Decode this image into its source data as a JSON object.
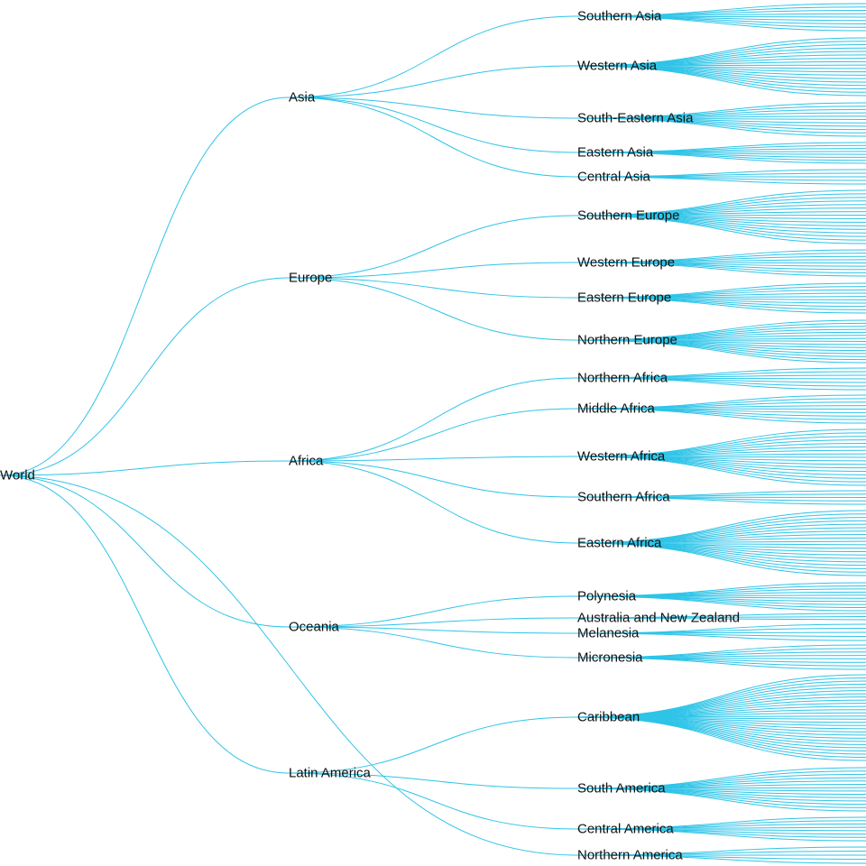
{
  "diagram": {
    "type": "tree",
    "link_color": "#2ec4e8",
    "text_color": "#111111",
    "root": "World",
    "regions": [
      {
        "name": "Asia",
        "subregions": [
          {
            "name": "Southern Asia",
            "leaf_count": 9
          },
          {
            "name": "Western Asia",
            "leaf_count": 18
          },
          {
            "name": "South-Eastern Asia",
            "leaf_count": 11
          },
          {
            "name": "Eastern Asia",
            "leaf_count": 8
          },
          {
            "name": "Central Asia",
            "leaf_count": 5
          }
        ]
      },
      {
        "name": "Europe",
        "subregions": [
          {
            "name": "Southern Europe",
            "leaf_count": 16
          },
          {
            "name": "Western Europe",
            "leaf_count": 9
          },
          {
            "name": "Eastern Europe",
            "leaf_count": 10
          },
          {
            "name": "Northern Europe",
            "leaf_count": 15
          }
        ]
      },
      {
        "name": "Africa",
        "subregions": [
          {
            "name": "Northern Africa",
            "leaf_count": 7
          },
          {
            "name": "Middle Africa",
            "leaf_count": 9
          },
          {
            "name": "Western Africa",
            "leaf_count": 17
          },
          {
            "name": "Southern Africa",
            "leaf_count": 5
          },
          {
            "name": "Eastern Africa",
            "leaf_count": 20
          }
        ]
      },
      {
        "name": "Oceania",
        "subregions": [
          {
            "name": "Polynesia",
            "leaf_count": 10
          },
          {
            "name": "Australia and New Zealand",
            "leaf_count": 3
          },
          {
            "name": "Melanesia",
            "leaf_count": 5
          },
          {
            "name": "Micronesia",
            "leaf_count": 8
          }
        ]
      },
      {
        "name": "Latin America",
        "subregions": [
          {
            "name": "Caribbean",
            "leaf_count": 28
          },
          {
            "name": "South America",
            "leaf_count": 14
          },
          {
            "name": "Central America",
            "leaf_count": 8
          },
          {
            "name": "Northern America",
            "leaf_count": 5
          }
        ]
      }
    ]
  }
}
